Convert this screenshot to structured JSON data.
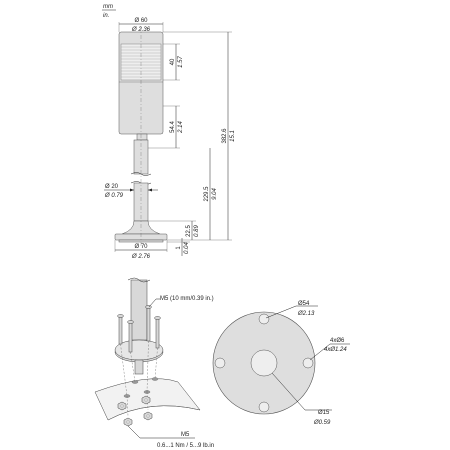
{
  "units": {
    "primary": "mm",
    "secondary": "in."
  },
  "top_view": {
    "width_mm": "Ø 60",
    "width_in": "Ø 2.36",
    "lens_mm": "40",
    "lens_in": "1.57",
    "head_mm": "54.4",
    "head_in": "2.14",
    "total_mm": "382.6",
    "total_in": "15.1",
    "pole_dia_mm": "Ø 20",
    "pole_dia_in": "Ø 0.79",
    "pole_mm": "229.5",
    "pole_in": "9.04",
    "foot_mm": "22.5",
    "foot_in": "0.89",
    "base_mm": "Ø 70",
    "base_in": "Ø 2.76",
    "plate_mm": "1",
    "plate_in": "0.04"
  },
  "mount_view": {
    "screw_top": "M5 (10 mm/0.39 in.)",
    "screw_bottom": "M5",
    "torque": "0.6...1 Nm / 5...9 lb.in"
  },
  "base_view": {
    "pcd_mm": "Ø54",
    "pcd_in": "Ø2.13",
    "holes_mm": "4xØ6",
    "holes_in": "4xØ1.24",
    "center_mm": "Ø15",
    "center_in": "Ø0.59"
  }
}
